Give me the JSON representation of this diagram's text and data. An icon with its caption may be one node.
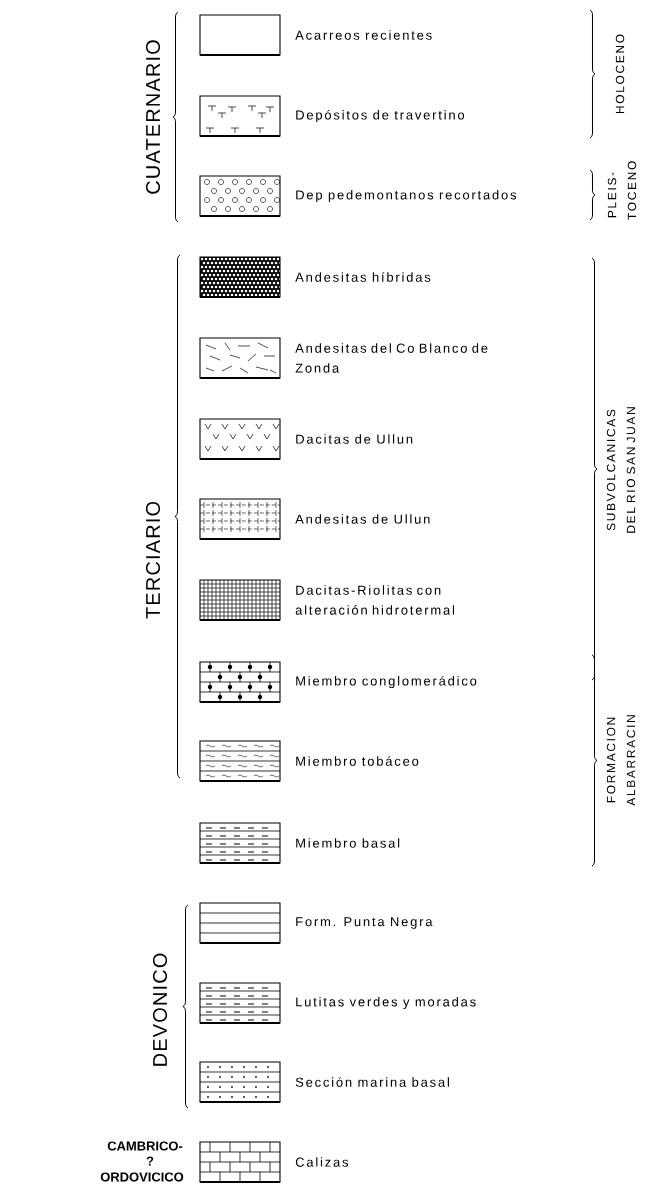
{
  "diagram": {
    "labels": [
      "CUATERNARIO",
      "HOLOCENO",
      "PLEIS- TOCENO",
      "TERCIARIO",
      "SUBVOLCANICAS DEL RIO SAN JUAN",
      "FORMACION ALBARRACIN",
      "DEVONICO",
      "CAMBRICO-",
      "?",
      "ORDOVICICO"
    ],
    "legend": [
      {
        "text": "Acarreos recientes"
      },
      {
        "text": "Depósitos de travertino"
      },
      {
        "text": "Dep pedemontanos recortados"
      },
      {
        "text": "Andesitas híbridas"
      },
      {
        "text": "Andesitas del Co Blanco de Zonda"
      },
      {
        "text": "Dacitas de Ullun"
      },
      {
        "text": "Andesitas de Ullun"
      },
      {
        "text": "Dacitas-Riolitas con alteración hidrotermal"
      },
      {
        "text": "Miembro conglomerádico"
      },
      {
        "text": "Miembro tobáceo"
      },
      {
        "text": "Miembro basal"
      },
      {
        "text": "Form. Punta Negra"
      },
      {
        "text": "Lutitas verdes y moradas"
      },
      {
        "text": "Sección marina basal"
      },
      {
        "text": "Calizas"
      }
    ]
  }
}
